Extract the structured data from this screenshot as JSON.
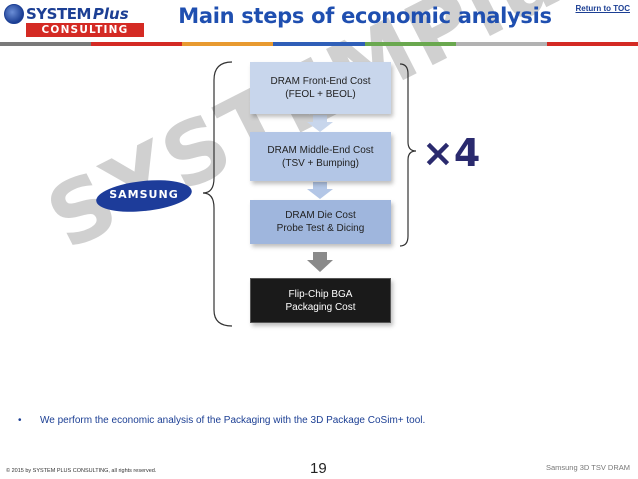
{
  "header": {
    "logo": {
      "line1": "SYSTEM",
      "line1_suffix": "Plus",
      "line2": "CONSULTING"
    },
    "title": "Main steps of economic analysis",
    "toc_link": "Return to TOC",
    "bar_colors": [
      "#7a7a7a",
      "#d42a24",
      "#e89a30",
      "#2f5fb8",
      "#6aa84f",
      "#b2b2b2",
      "#d42a24"
    ]
  },
  "brand_logo": "SAMSUNG",
  "flow": {
    "steps": [
      {
        "line1": "DRAM Front-End Cost",
        "line2": "(FEOL + BEOL)"
      },
      {
        "line1": "DRAM Middle-End Cost",
        "line2": "(TSV + Bumping)"
      },
      {
        "line1": "DRAM Die Cost",
        "line2": "Probe Test & Dicing"
      },
      {
        "line1": "Flip-Chip BGA",
        "line2": "Packaging Cost"
      }
    ],
    "multiplier": "×4"
  },
  "watermark": "SYSTEMPlus",
  "bullet": {
    "symbol": "•",
    "text": "We perform the economic analysis of the Packaging with the 3D Package CoSim+ tool."
  },
  "footer": {
    "copyright": "© 2015 by SYSTEM PLUS CONSULTING, all rights reserved.",
    "page_number": "19",
    "doc_title": "Samsung 3D TSV DRAM"
  }
}
